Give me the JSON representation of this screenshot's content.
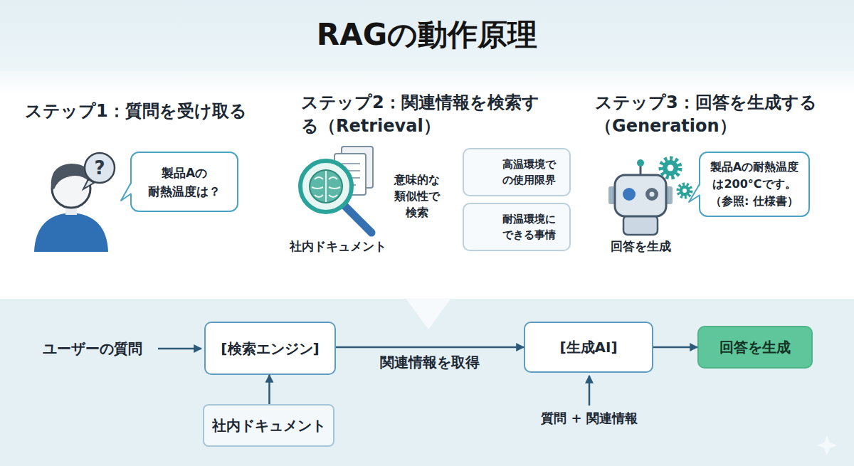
{
  "diagram": {
    "title": "RAGの動作原理",
    "nodes": [
      {
        "text": [
          "製品Aの 耐熱温度は？"
        ]
      },
      {
        "text": [
          "高温環境で の使用限界"
        ]
      },
      {
        "text": [
          "耐温環境に できる事情"
        ]
      },
      {
        "text": [
          "製品Aの耐熱温度 は200°Cです。 （参照: 仕様書）"
        ]
      },
      {
        "text": [
          "[検索エンジン]"
        ]
      },
      {
        "text": [
          "[生成AI]"
        ]
      },
      {
        "text": [
          "回答を生成"
        ]
      },
      {
        "text": [
          "社内ドキュメント"
        ]
      }
    ],
    "edges": [
      {
        "from": 4,
        "to": 5,
        "arrow": "to",
        "label": "関連情報を取得"
      },
      {
        "from": 5,
        "to": 6,
        "arrow": "to"
      },
      {
        "from": 7,
        "to": 4,
        "arrow": "to"
      }
    ],
    "labels": [
      "ステップ1：質問を受け取る",
      "ステップ2：関連情報を検索す る（Retrieval）",
      "ステップ3：回答を生成する （Generation）",
      "?",
      "社内ドキュメント",
      "意味的な 類似性で 検索",
      "回答を生成",
      "ユーザーの質問",
      "質問 + 関連情報"
    ]
  }
}
